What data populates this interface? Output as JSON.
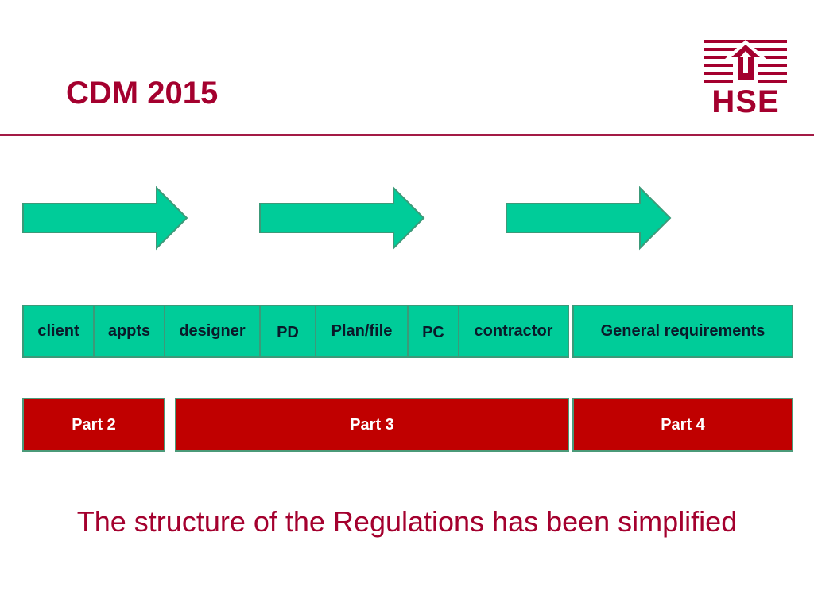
{
  "header": {
    "title": "CDM 2015",
    "logo_text": "HSE"
  },
  "colors": {
    "brand": "#a4002e",
    "green_fill": "#00cc99",
    "green_border": "#3c9a79",
    "red_fill": "#c00000"
  },
  "duty_boxes": [
    {
      "label": "client"
    },
    {
      "label": "appts"
    },
    {
      "label": "designer"
    },
    {
      "label": "PD"
    },
    {
      "label": "Plan/file"
    },
    {
      "label": "PC"
    },
    {
      "label": "contractor"
    },
    {
      "label": "General requirements"
    }
  ],
  "parts": [
    {
      "label": "Part 2"
    },
    {
      "label": "Part 3"
    },
    {
      "label": "Part 4"
    }
  ],
  "tagline": "The structure of the Regulations has been simplified"
}
